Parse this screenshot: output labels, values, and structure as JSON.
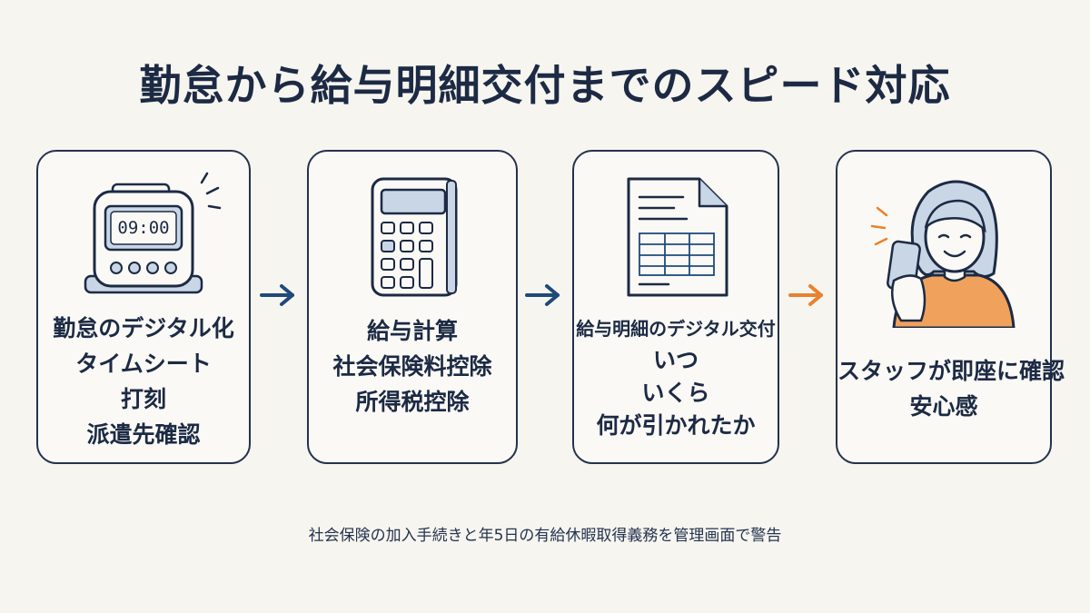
{
  "title": "勤怠から給与明細交付までのスピード対応",
  "steps": [
    {
      "icon": "time-clock-icon",
      "clock_display": "09:00",
      "lines": [
        "勤怠のデジタル化",
        "タイムシート",
        "打刻",
        "派遣先確認"
      ]
    },
    {
      "icon": "calculator-icon",
      "lines": [
        "給与計算",
        "社会保険料控除",
        "所得税控除"
      ]
    },
    {
      "icon": "document-icon",
      "lines": [
        "給与明細のデジタル交付",
        "いつ",
        "いくら",
        "何が引かれたか"
      ]
    },
    {
      "icon": "staff-smartphone-icon",
      "lines": [
        "スタッフが即座に確認",
        "安心感"
      ]
    }
  ],
  "arrows": [
    {
      "icon": "arrow-right-icon",
      "color": "#1f4a7a"
    },
    {
      "icon": "arrow-right-icon",
      "color": "#1f4a7a"
    },
    {
      "icon": "arrow-right-icon",
      "color": "#e8822f"
    }
  ],
  "colors": {
    "ink": "#1c2a44",
    "accent_blue": "#c9d6e6",
    "accent_orange": "#f0a25c"
  },
  "footnote": "社会保険の加入手続きと年5日の有給休暇取得義務を管理画面で警告"
}
